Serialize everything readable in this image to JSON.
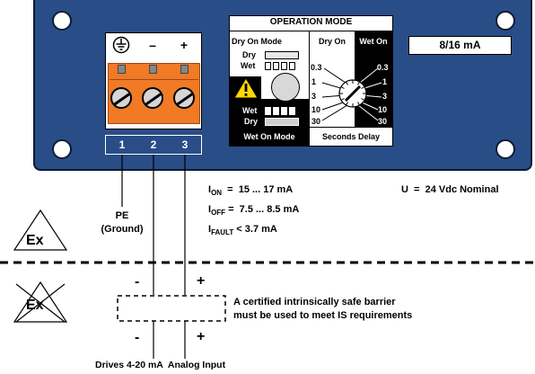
{
  "operation_mode": {
    "title": "OPERATION MODE",
    "dry_on_mode": "Dry On Mode",
    "dry_label": "Dry",
    "wet_label": "Wet",
    "wet_on_mode": "Wet On Mode",
    "dry_on": "Dry On",
    "wet_on": "Wet On",
    "seconds_delay": "Seconds Delay",
    "scale_values": [
      "0.3",
      "1",
      "3",
      "10",
      "30"
    ]
  },
  "output_badge": "8/16 mA",
  "terminal": {
    "symbols": [
      "⏚",
      "–",
      "+"
    ],
    "numbers": [
      "1",
      "2",
      "3"
    ]
  },
  "pe_label": {
    "line1": "PE",
    "line2": "(Ground)"
  },
  "specs": {
    "i_on": {
      "base": "I",
      "sub": "ON",
      "value": "  =  15 ... 17 mA"
    },
    "i_off": {
      "base": "I",
      "sub": "OFF",
      "value": " =  7.5 ... 8.5 mA"
    },
    "i_fault": {
      "base": "I",
      "sub": "FAULT",
      "value": " < 3.7 mA"
    },
    "voltage": "U  =  24 Vdc Nominal"
  },
  "ex_label": "Ex",
  "barrier": {
    "note_line1": "A certified intrinsically safe barrier",
    "note_line2": "must be used to meet IS requirements",
    "minus": "-",
    "plus": "+"
  },
  "drives_label": "Drives 4-20 mA  Analog Input",
  "colors": {
    "panel": "#294d87",
    "connector": "#f07a26"
  }
}
